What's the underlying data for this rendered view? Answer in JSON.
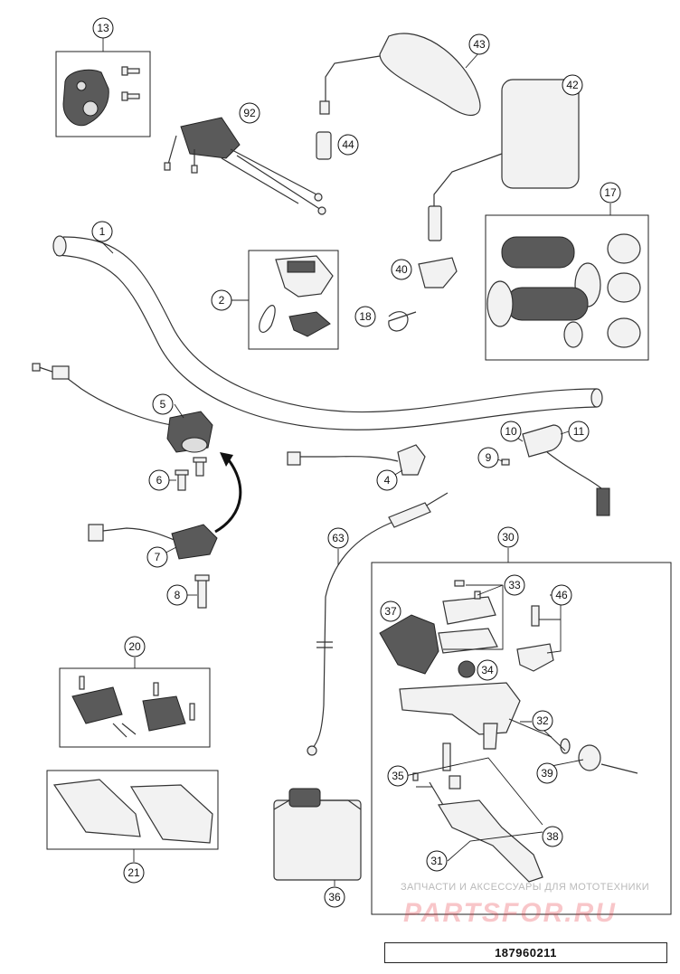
{
  "callouts": {
    "c1": "1",
    "c2": "2",
    "c4": "4",
    "c5": "5",
    "c6": "6",
    "c7": "7",
    "c8": "8",
    "c9": "9",
    "c10": "10",
    "c11": "11",
    "c13": "13",
    "c17": "17",
    "c18": "18",
    "c20": "20",
    "c21": "21",
    "c30": "30",
    "c31": "31",
    "c32": "32",
    "c33": "33",
    "c34": "34",
    "c35": "35",
    "c36": "36",
    "c37": "37",
    "c38": "38",
    "c39": "39",
    "c40": "40",
    "c42": "42",
    "c43": "43",
    "c44": "44",
    "c46": "46",
    "c63": "63",
    "c92": "92"
  },
  "watermark": {
    "line1": "ЗАПЧАСТИ И АКСЕССУАРЫ ДЛЯ МОТОТЕХНИКИ",
    "logo": "PARTSFOR.RU"
  },
  "drawing_number": "187960211"
}
